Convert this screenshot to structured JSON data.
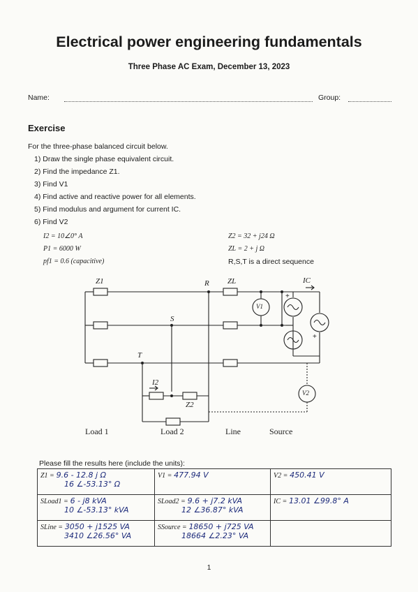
{
  "header": {
    "title": "Electrical power engineering fundamentals",
    "subtitle": "Three Phase AC Exam, December 13, 2023",
    "name_label": "Name:",
    "group_label": "Group:"
  },
  "exercise": {
    "heading": "Exercise",
    "intro": "For the three-phase balanced circuit below.",
    "tasks": [
      "1) Draw the single phase equivalent circuit.",
      "2) Find the impedance Z1.",
      "3) Find V1",
      "4) Find active and reactive power for all elements.",
      "5) Find modulus and argument for current IC.",
      "6) Find V2"
    ],
    "given": {
      "i2": "I2 = 10∠0° A",
      "p1": "P1 = 6000 W",
      "pf1": "pf1 = 0.6 (capacitive)",
      "z2": "Z2 = 32 + j24 Ω",
      "zl": "ZL = 2 + j Ω",
      "sequence": "R,S,T is a direct sequence"
    }
  },
  "circuit": {
    "labels": {
      "z1": "Z1",
      "r": "R",
      "zl": "ZL",
      "ic": "IC",
      "s": "S",
      "t": "T",
      "i2": "I2",
      "z2": "Z2",
      "v1": "V1",
      "v2": "V2",
      "plus": "+"
    },
    "captions": {
      "load1": "Load 1",
      "load2": "Load 2",
      "line": "Line",
      "source": "Source"
    }
  },
  "results": {
    "hint": "Please fill the results here (include the units):",
    "z1_label": "Z1 =",
    "z1_line1": "9.6 - 12.8 j Ω",
    "z1_line2": "16 ∠-53.13° Ω",
    "v1_label": "V1 =",
    "v1_value": "477.94 V",
    "v2_label": "V2 =",
    "v2_value": "450.41 V",
    "sload1_label": "SLoad1 =",
    "sload1_line1": "6 - j8 kVA",
    "sload1_line2": "10 ∠-53.13° kVA",
    "sload2_label": "SLoad2 =",
    "sload2_line1": "9.6 + j7.2 kVA",
    "sload2_line2": "12 ∠36.87° kVA",
    "ic_label": "IC =",
    "ic_value": "13.01 ∠99.8° A",
    "sline_label": "SLine =",
    "sline_line1": "3050 + j1525 VA",
    "sline_line2": "3410 ∠26.56° VA",
    "ssource_label": "SSource =",
    "ssource_line1": "18650 + j725 VA",
    "ssource_line2": "18664 ∠2.23° VA"
  },
  "page_number": "1"
}
